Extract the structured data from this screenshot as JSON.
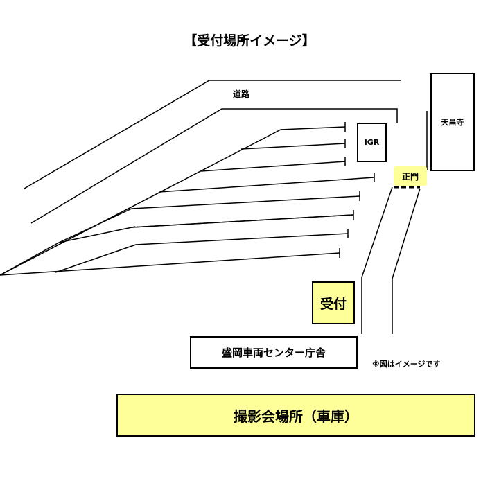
{
  "title": "【受付場所イメージ】",
  "labels": {
    "road": "道路",
    "temple": "天昌寺",
    "igr": "IGR",
    "main_gate": "正門",
    "reception": "受付",
    "center_building": "盛岡車両センター庁舎",
    "note": "※図はイメージです",
    "shooting_place": "撮影会場所（車庫）"
  },
  "colors": {
    "highlight": "#ffff99",
    "line": "#000000"
  }
}
